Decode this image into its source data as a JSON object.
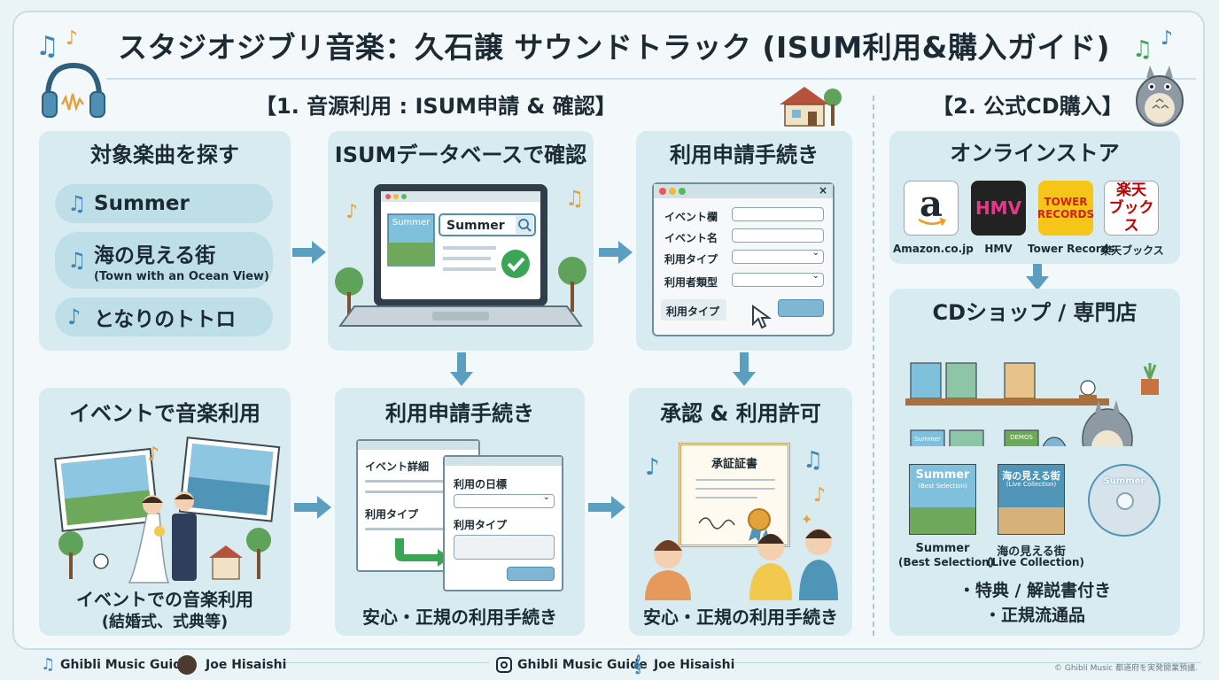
{
  "title": "スタジオジブリ音楽：久石譲 サウンドトラック (ISUM利用&購入ガイド)",
  "section1": "【1. 音源利用 : ISUM申請 & 確認】",
  "section2": "【2. 公式CD購入】",
  "panels": {
    "find": {
      "heading": "対象楽曲を探す",
      "songs": [
        {
          "title": "Summer",
          "sub": ""
        },
        {
          "title": "海の見える街",
          "sub": "(Town with an Ocean View)"
        },
        {
          "title": "となりのトトロ",
          "sub": ""
        }
      ]
    },
    "isum_db": {
      "heading": "ISUMデータベースで確認",
      "search_value": "Summer",
      "thumb_label": "Summer"
    },
    "apply_top": {
      "heading": "利用申請手続き",
      "fields": [
        "イベント欄",
        "イベント名",
        "利用タイプ",
        "利用者類型",
        "利用タイプ"
      ]
    },
    "event": {
      "heading": "イベントで音楽利用",
      "caption_line1": "イベントでの音楽利用",
      "caption_line2": "(結婚式、式典等)"
    },
    "apply_bottom": {
      "heading": "利用申請手続き",
      "doc1_fields": [
        "イベント詳細",
        "利用タイプ"
      ],
      "doc2_fields": [
        "利用の日標",
        "利用タイプ"
      ],
      "caption": "安心・正規の利用手続き"
    },
    "approval": {
      "heading": "承認 & 利用許可",
      "certificate": "承証証書",
      "caption": "安心・正規の利用手続き"
    },
    "online": {
      "heading": "オンラインストア",
      "stores": [
        {
          "name": "Amazon.co.jp",
          "logo": "a"
        },
        {
          "name": "HMV",
          "logo": "HMV"
        },
        {
          "name": "Tower Records",
          "logo": "TOWER RECORDS"
        },
        {
          "name": "楽天ブックス",
          "logo": "楽天 ブックス"
        }
      ]
    },
    "shop": {
      "heading": "CDショップ / 専門店",
      "shelf_labels": [
        "Summer",
        "DEMOS"
      ],
      "cds": [
        {
          "cover": "Summer",
          "cover_sub": "(Best Selection)",
          "title": "Summer",
          "sub": "(Best Selection)"
        },
        {
          "cover": "海の見える街",
          "cover_sub": "(Live Collection)",
          "title": "海の見える街",
          "sub": "(Live Collection)"
        }
      ],
      "disc_label": "Summer",
      "bullets": [
        "・特典 / 解説書付き",
        "・正規流通品"
      ]
    }
  },
  "footer": {
    "left_brand": "Ghibli Music Guide",
    "left_artist": "Joe Hisaishi",
    "center_brand": "Ghibli Music Guide",
    "center_artist": "Joe Hisaishi",
    "copyright": "© Ghibli Music 都道府を実発開業預議."
  },
  "colors": {
    "panel": "#d7ebf0",
    "accent_blue": "#4f95b8",
    "arrow": "#5b9fc0",
    "check_green": "#3aa655",
    "amazon": "#ffffff",
    "hmv": "#222222",
    "hmv_text": "#e8378a",
    "tower": "#f5c518",
    "tower_text": "#d22020",
    "rakuten_text": "#bf0000"
  }
}
